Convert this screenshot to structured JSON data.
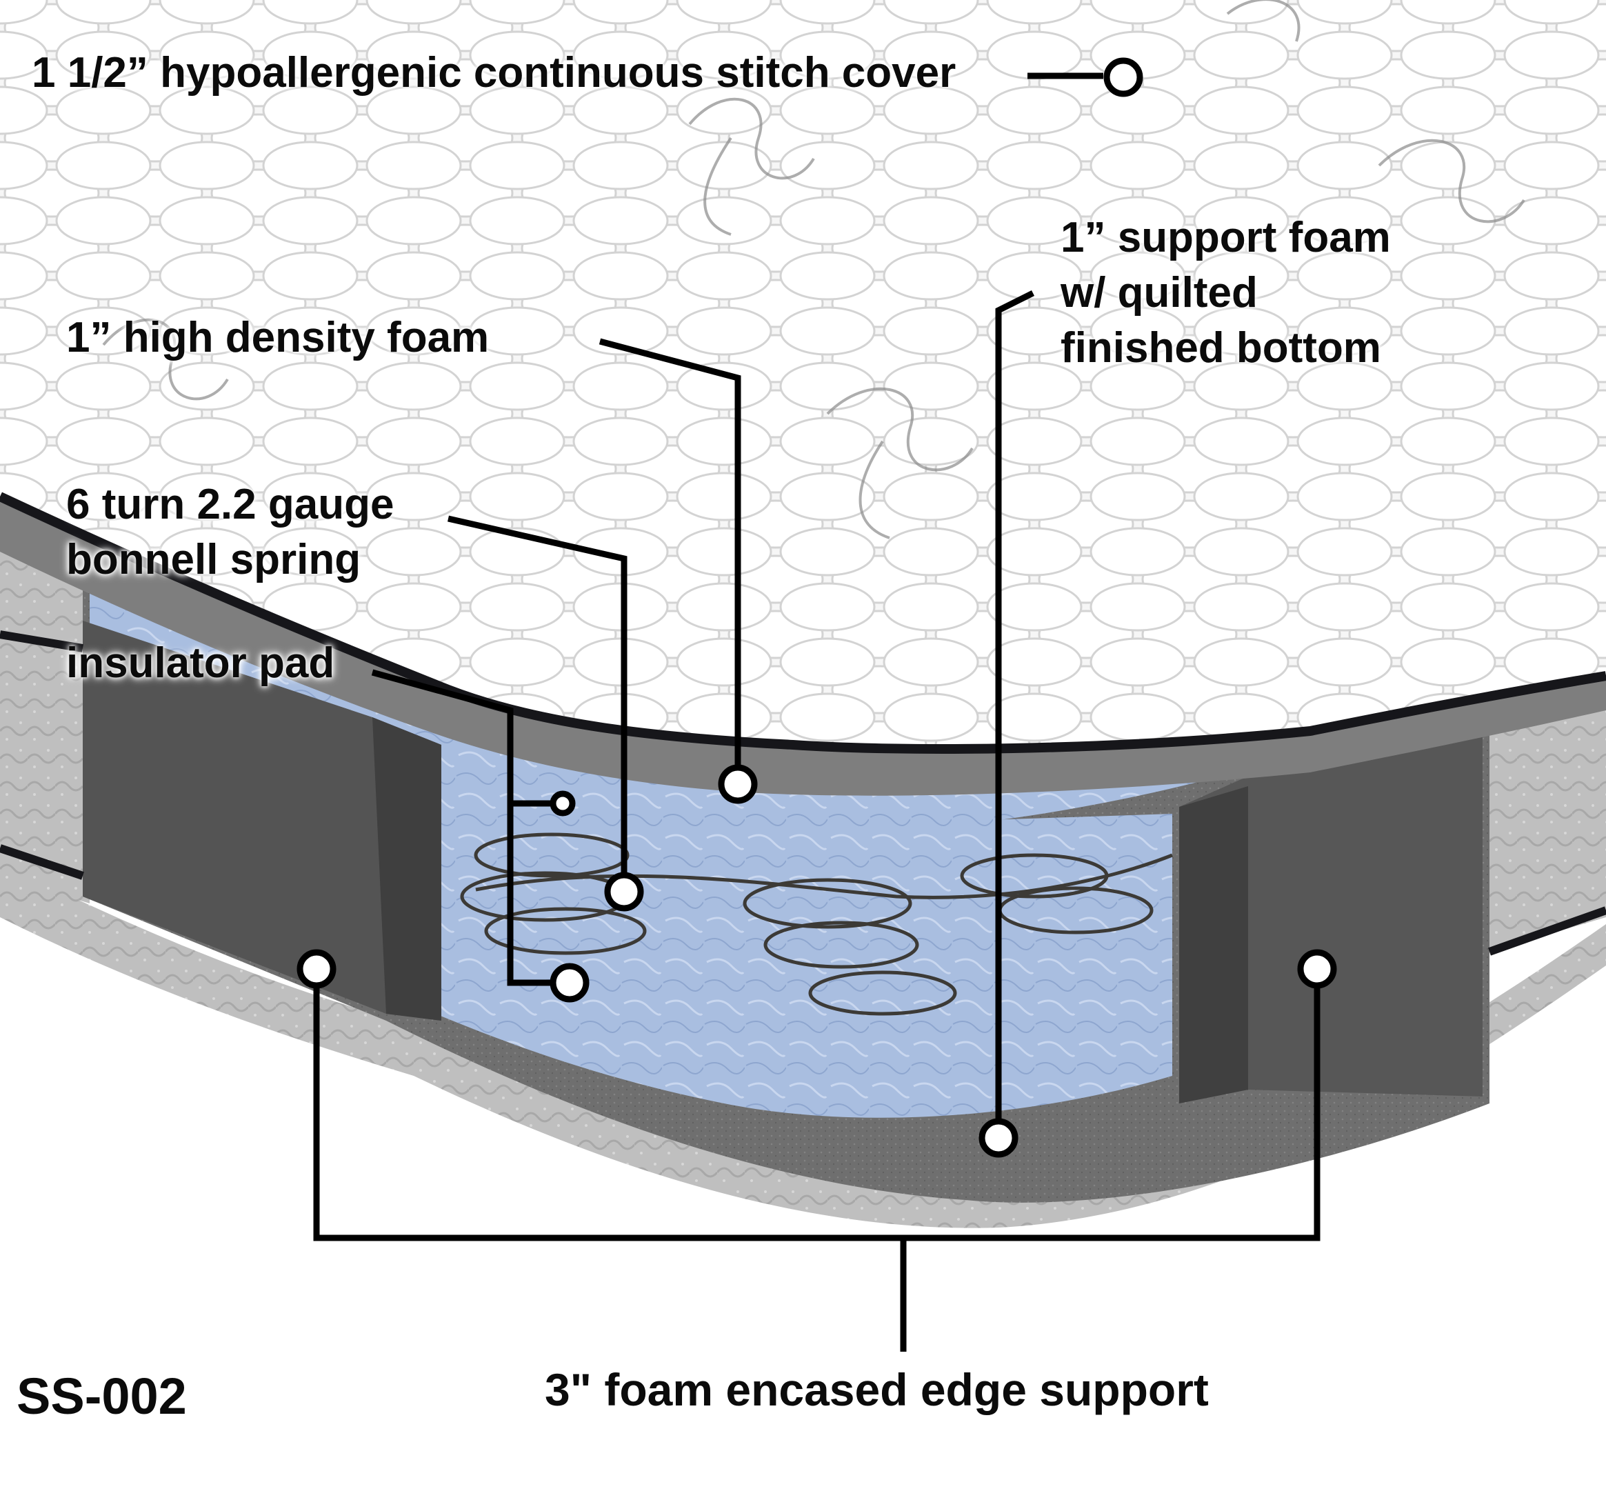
{
  "labels": {
    "cover": "1 1/2” hypoallergenic continuous stitch cover",
    "hd_foam": "1” high density foam",
    "spring": [
      "6 turn 2.2 gauge",
      "bonnell spring"
    ],
    "insulator": "insulator pad",
    "support_foam": [
      "1” support foam",
      "w/ quilted",
      "finished bottom"
    ],
    "edge_support": "3\" foam encased edge support"
  },
  "model_code": "SS-002",
  "colors": {
    "cover_fabric": "#f4f4f4",
    "quilt_lines": "#d2d2d2",
    "piping": "#16161a",
    "foam_gray": "#7a7a7a",
    "edge_foam": "#5a5a5a",
    "insulator_blue": "#a9bee0",
    "spring_wire": "#3c3a36",
    "side_panel": "#bdbdbd",
    "callout": "#000000"
  }
}
